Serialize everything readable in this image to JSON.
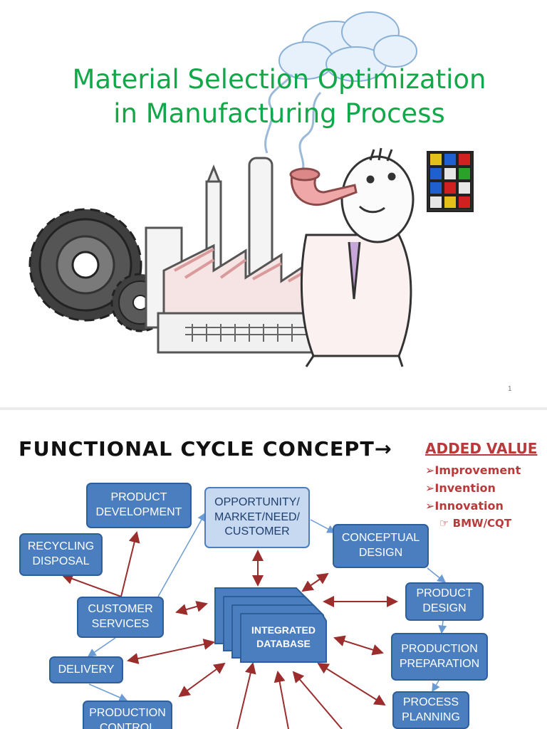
{
  "slide1": {
    "title_line1": "Material Selection Optimization",
    "title_line2": "in Manufacturing Process",
    "slide_number": "1",
    "illustration_icons": [
      "cloud-icon",
      "gear-icon",
      "factory-icon",
      "pipe-icon",
      "businessman-icon",
      "rubiks-cube-icon"
    ]
  },
  "slide2": {
    "heading": "FUNCTIONAL CYCLE CONCEPT→",
    "added_value": {
      "title": "ADDED VALUE",
      "items": [
        "➢Improvement",
        "➢Invention",
        "➢Innovation"
      ],
      "sub_item": "☞ BMW/CQT"
    },
    "boxes": {
      "product_development": [
        "PRODUCT",
        "DEVELOPMENT"
      ],
      "opportunity": [
        "OPPORTUNITY/",
        "MARKET/NEED/",
        "CUSTOMER"
      ],
      "recycling": [
        "RECYCLING",
        "DISPOSAL"
      ],
      "conceptual_design": [
        "CONCEPTUAL",
        "DESIGN"
      ],
      "product_design": [
        "PRODUCT",
        "DESIGN"
      ],
      "customer_services": [
        "CUSTOMER",
        "SERVICES"
      ],
      "production_preparation": [
        "PRODUCTION",
        "PREPARATION"
      ],
      "delivery": [
        "DELIVERY"
      ],
      "process_planning": [
        "PROCESS",
        "PLANNING"
      ],
      "production_control": [
        "PRODUCTION",
        "CONTROL"
      ]
    },
    "database": [
      "INTEGRATED",
      "DATABASE"
    ],
    "colors": {
      "box_fill": "#4a7ebf",
      "box_light": "#c6d9f0",
      "arrow": "#9b2d2d",
      "title_green": "#11a84a",
      "added_value_red": "#b83a3a"
    }
  }
}
